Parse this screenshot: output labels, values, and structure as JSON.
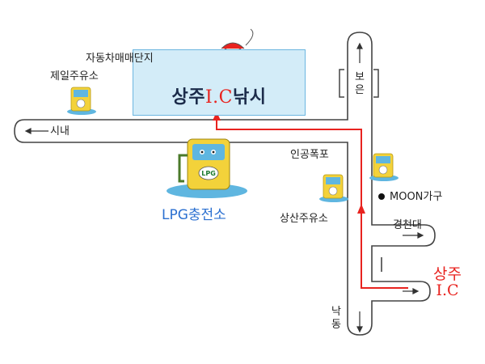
{
  "labels": {
    "car_complex": "자동차매매단지",
    "jeil_gas": "제일주유소",
    "city": "시내",
    "lpg_station": "LPG충전소",
    "waterfall": "인공폭포",
    "sangsan_gas": "상산주유소",
    "moon": "MOON가구",
    "gyeongcheon": "경천대",
    "boeun": [
      "보",
      "은"
    ],
    "nakdong": [
      "낙",
      "동"
    ],
    "sangju_ic_line1": "상주",
    "sangju_ic_line2": "I.C"
  },
  "banner": {
    "title_pre": "상주",
    "title_ic": "I.C",
    "title_post": "낚시"
  },
  "pump_text": "LPG",
  "colors": {
    "road_outline": "#444444",
    "route": "#e8231f",
    "banner_bg": "#d3ecf8",
    "lpg_label": "#2a6fd0",
    "pump_yellow": "#f3d23a",
    "pump_blue": "#5fb6e0"
  }
}
